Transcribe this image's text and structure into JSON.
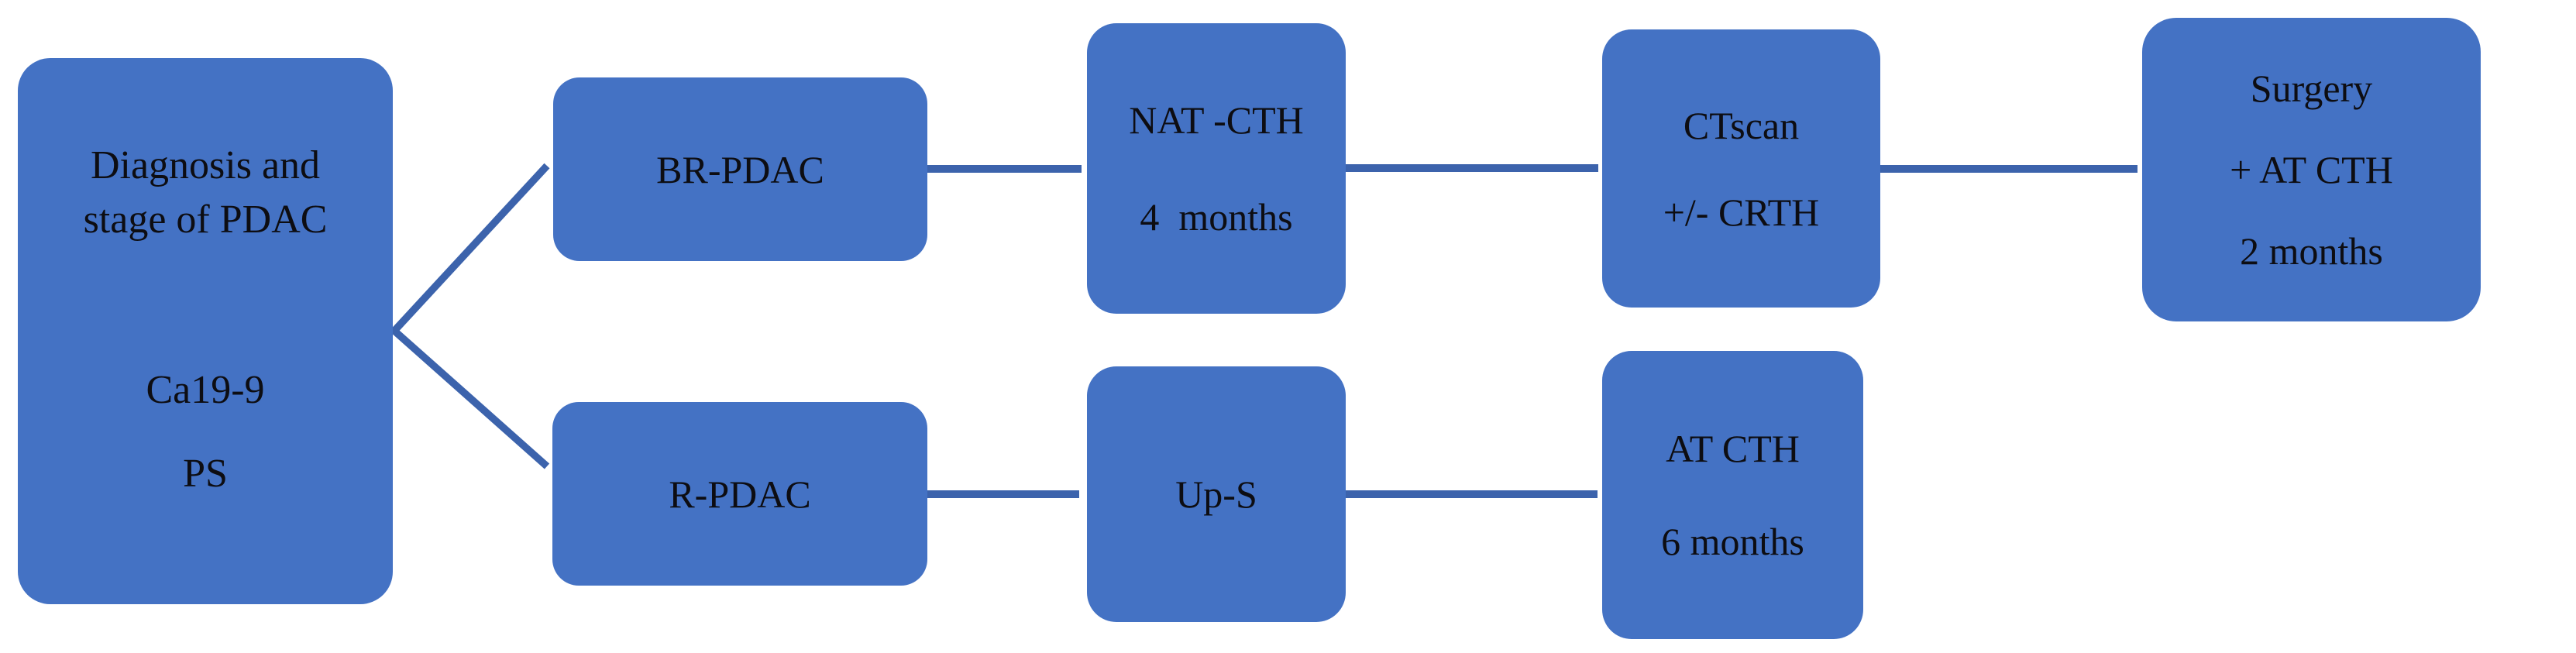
{
  "diagram": {
    "boxes": {
      "diagnosis": {
        "lines": [
          "Diagnosis and",
          "stage of PDAC",
          "Ca19-9",
          "PS"
        ]
      },
      "br_pdac": {
        "lines": [
          "BR-PDAC"
        ]
      },
      "nat_cth": {
        "lines": [
          "NAT -CTH",
          "4  months"
        ]
      },
      "ctscan": {
        "lines": [
          "CTscan",
          "+/- CRTH"
        ]
      },
      "surgery": {
        "lines": [
          "Surgery",
          "+ AT CTH",
          "2 months"
        ]
      },
      "r_pdac": {
        "lines": [
          "R-PDAC"
        ]
      },
      "up_s": {
        "lines": [
          "Up-S"
        ]
      },
      "at_cth": {
        "lines": [
          "AT CTH",
          "6 months"
        ]
      }
    }
  },
  "colors": {
    "box_fill": "#4472C4",
    "connector": "#3C63AC",
    "text": "#0D0D12",
    "background": "#FFFFFF"
  }
}
